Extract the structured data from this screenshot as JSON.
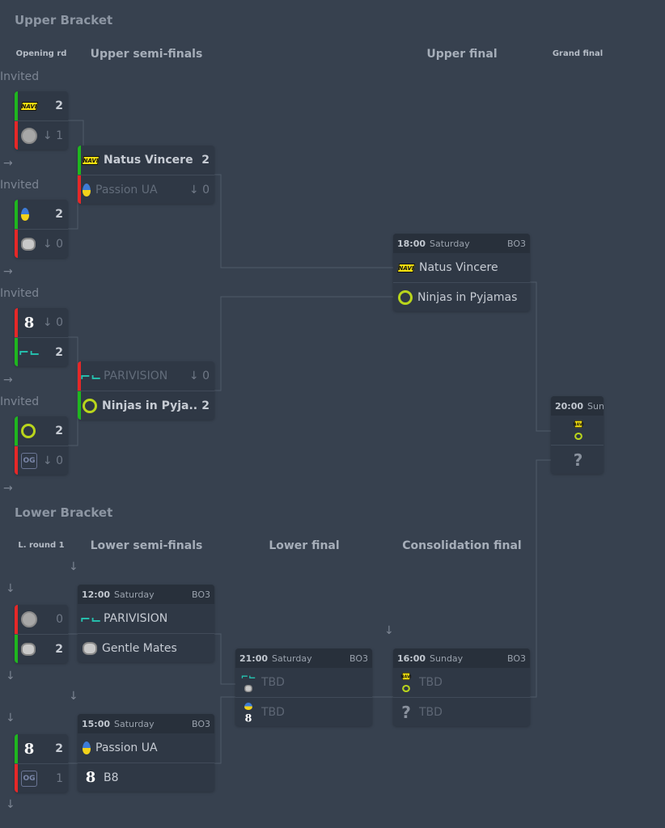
{
  "upper": {
    "title": "Upper Bracket",
    "rounds": [
      "Opening rd",
      "Upper semi-finals",
      "Upper final",
      "Grand final"
    ],
    "invited": "Invited",
    "arrow": "→"
  },
  "lower": {
    "title": "Lower Bracket",
    "rounds": [
      "L. round 1",
      "Lower semi-finals",
      "Lower final",
      "Consolidation final"
    ],
    "arrow": "↓"
  },
  "matches": [
    {
      "id": "or1",
      "teams": [
        {
          "logo": "navi",
          "score": "2",
          "result": "win"
        },
        {
          "logo": "unknown",
          "score": "↓ 1",
          "result": "loss"
        }
      ]
    },
    {
      "id": "or2",
      "teams": [
        {
          "logo": "passion",
          "score": "2",
          "result": "win"
        },
        {
          "logo": "gentlemates",
          "score": "↓ 0",
          "result": "loss"
        }
      ]
    },
    {
      "id": "or3",
      "teams": [
        {
          "logo": "b8",
          "score": "↓ 0",
          "result": "loss"
        },
        {
          "logo": "parivision",
          "score": "2",
          "result": "win"
        }
      ]
    },
    {
      "id": "or4",
      "teams": [
        {
          "logo": "nip",
          "score": "2",
          "result": "win"
        },
        {
          "logo": "og",
          "score": "↓ 0",
          "result": "loss"
        }
      ]
    },
    {
      "id": "us1",
      "teams": [
        {
          "logo": "navi",
          "name": "Natus Vincere",
          "score": "2",
          "result": "win"
        },
        {
          "logo": "passion",
          "name": "Passion UA",
          "score": "↓ 0",
          "result": "loss"
        }
      ]
    },
    {
      "id": "us2",
      "teams": [
        {
          "logo": "parivision",
          "name": "PARIVISION",
          "score": "↓ 0",
          "result": "loss"
        },
        {
          "logo": "nip",
          "name": "Ninjas in Pyja...",
          "score": "2",
          "result": "win"
        }
      ]
    },
    {
      "id": "uf",
      "time": "18:00",
      "day": "Saturday",
      "format": "BO3",
      "teams": [
        {
          "logo": "navi",
          "name": "Natus Vincere"
        },
        {
          "logo": "nip",
          "name": "Ninjas in Pyjamas"
        }
      ]
    },
    {
      "id": "gf",
      "time": "20:00",
      "day": "Sun",
      "teams": [
        {
          "logo": "navi|nip"
        },
        {
          "logo": "question"
        }
      ]
    },
    {
      "id": "lr1",
      "teams": [
        {
          "logo": "unknown",
          "score": "0",
          "result": "loss"
        },
        {
          "logo": "gentlemates",
          "score": "2",
          "result": "win"
        }
      ]
    },
    {
      "id": "lr2",
      "teams": [
        {
          "logo": "b8",
          "score": "2",
          "result": "win"
        },
        {
          "logo": "og",
          "score": "1",
          "result": "loss"
        }
      ]
    },
    {
      "id": "ls1",
      "time": "12:00",
      "day": "Saturday",
      "format": "BO3",
      "teams": [
        {
          "logo": "parivision",
          "name": "PARIVISION"
        },
        {
          "logo": "gentlemates",
          "name": "Gentle Mates"
        }
      ]
    },
    {
      "id": "ls2",
      "time": "15:00",
      "day": "Saturday",
      "format": "BO3",
      "teams": [
        {
          "logo": "passion",
          "name": "Passion UA"
        },
        {
          "logo": "b8",
          "name": "B8"
        }
      ]
    },
    {
      "id": "lf",
      "time": "21:00",
      "day": "Saturday",
      "format": "BO3",
      "teams": [
        {
          "logo": "parivision|gentlemates",
          "name": "TBD"
        },
        {
          "logo": "passion|b8",
          "name": "TBD"
        }
      ]
    },
    {
      "id": "cf",
      "time": "16:00",
      "day": "Sunday",
      "format": "BO3",
      "teams": [
        {
          "logo": "navi|nip",
          "name": "TBD"
        },
        {
          "logo": "question",
          "name": "TBD"
        }
      ]
    }
  ],
  "logo_text": {
    "navi": "NAVI",
    "parivision": "⌐⌙",
    "b8": "8",
    "og": "OG",
    "question": "?"
  }
}
